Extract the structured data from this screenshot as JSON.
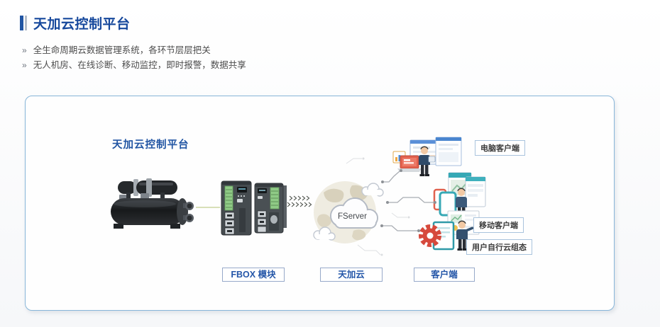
{
  "header": {
    "title": "天加云控制平台"
  },
  "features": [
    {
      "marker": "»",
      "text": "全生命周期云数据管理系统，各环节层层把关"
    },
    {
      "marker": "»",
      "text": "无人机房、在线诊断、移动监控，即时报警，数据共享"
    }
  ],
  "diagram": {
    "platform_label": "天加云控制平台",
    "server_label": "FServer",
    "client_labels": {
      "pc": "电脑客户端",
      "mobile": "移动客户端",
      "custom": "用户自行云组态"
    },
    "stage_labels": {
      "fbox": "FBOX 模块",
      "cloud": "天加云",
      "client": "客户端"
    },
    "icons": {
      "chiller": "chiller-unit-icon",
      "fbox": "fbox-controller-icon",
      "cloud": "cloud-globe-icon",
      "pc": "pc-client-icon",
      "mobile": "mobile-client-icon",
      "custom": "gear-config-icon"
    },
    "colors": {
      "accent_blue": "#2155a3",
      "title_blue": "#16489c",
      "panel_border": "#88b6d9",
      "tag_text_blue": "#2456a8",
      "gear_red": "#d6493c",
      "app_teal": "#35a8b5"
    }
  }
}
